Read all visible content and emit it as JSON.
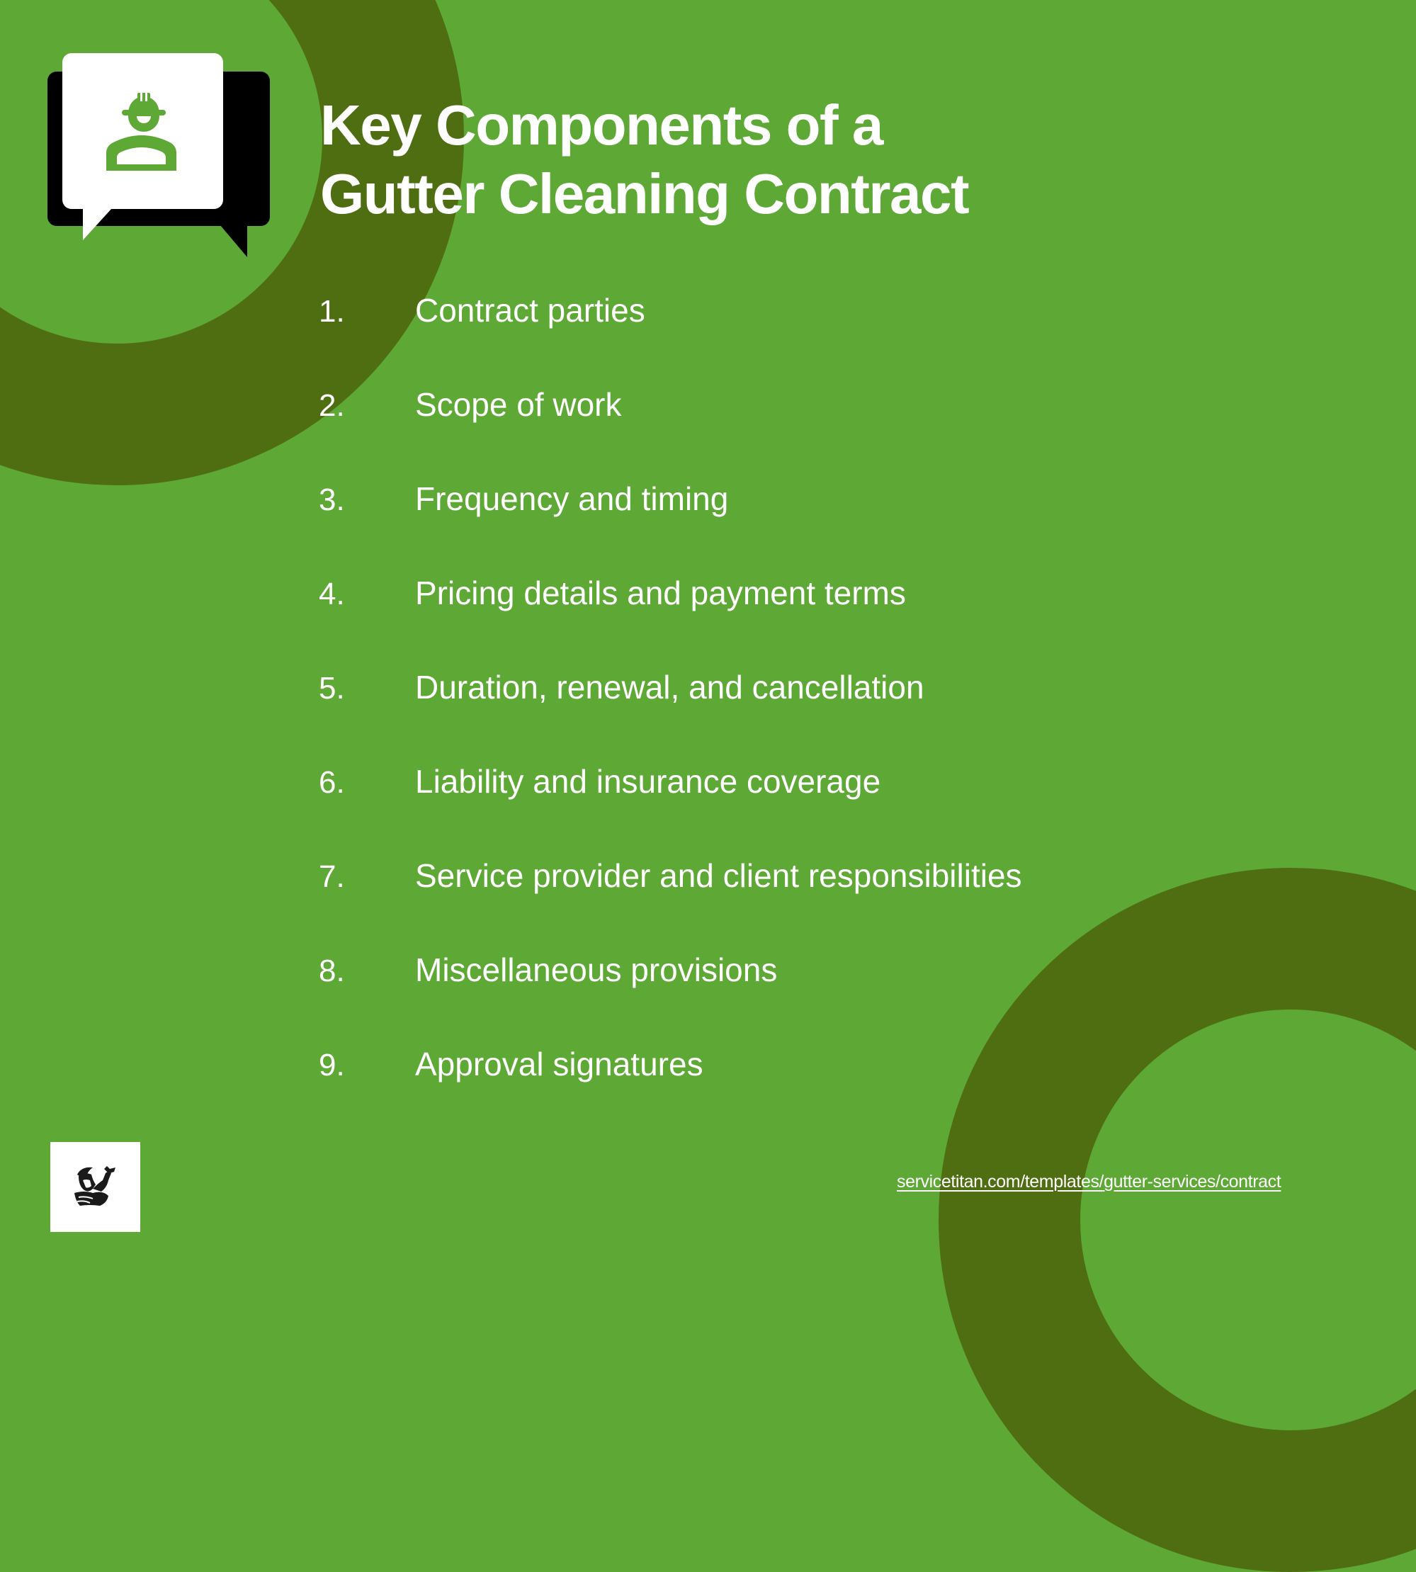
{
  "colors": {
    "background": "#5ea836",
    "ring": "#4f6e12",
    "text": "#ffffff",
    "icon_accent": "#5ea836"
  },
  "header": {
    "icon": "worker-speech-bubble-icon",
    "title_line_1": "Key Components of a",
    "title_line_2": "Gutter Cleaning Contract"
  },
  "components": [
    {
      "number": "1.",
      "label": "Contract parties"
    },
    {
      "number": "2.",
      "label": "Scope of work"
    },
    {
      "number": "3.",
      "label": "Frequency and timing"
    },
    {
      "number": "4.",
      "label": "Pricing details and payment terms"
    },
    {
      "number": "5.",
      "label": "Duration, renewal, and cancellation"
    },
    {
      "number": "6.",
      "label": "Liability and insurance coverage"
    },
    {
      "number": "7.",
      "label": "Service provider and client responsibilities"
    },
    {
      "number": "8.",
      "label": "Miscellaneous provisions"
    },
    {
      "number": "9.",
      "label": "Approval signatures"
    }
  ],
  "footer": {
    "logo": "servicetitan-titan-logo-icon",
    "source_url": "servicetitan.com/templates/gutter-services/contract"
  }
}
